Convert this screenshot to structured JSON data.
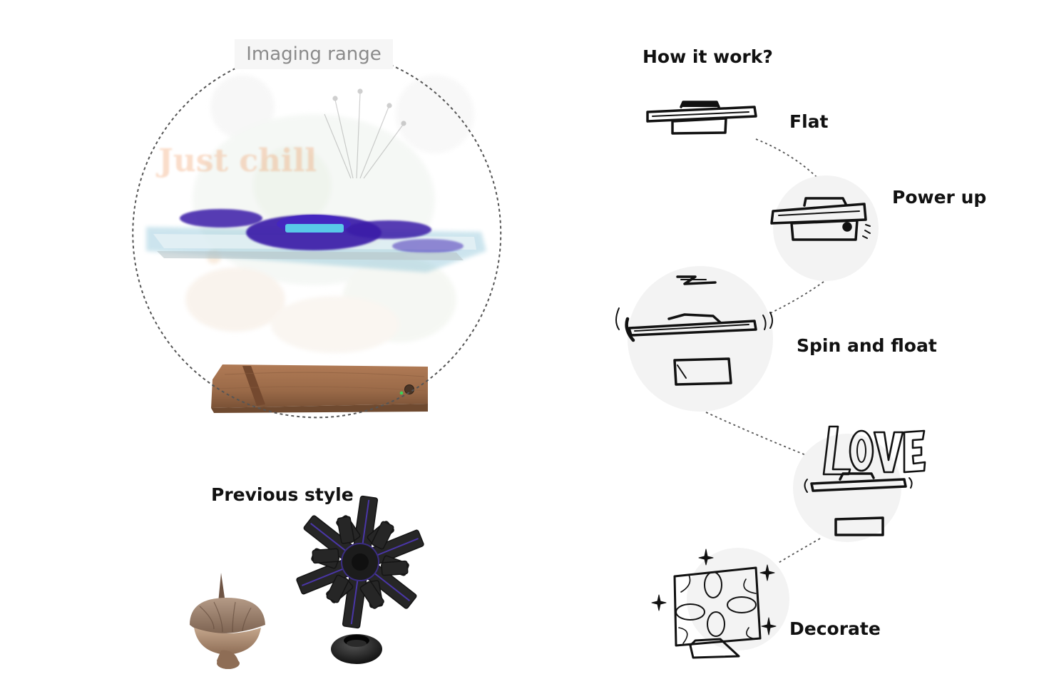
{
  "hologram": {
    "range_label": "Imaging range",
    "projected_text": "Just chill"
  },
  "how_it_works": {
    "title": "How it work?",
    "steps": [
      {
        "label": "Flat",
        "icon": "flat-top-sketch-icon"
      },
      {
        "label": "Power up",
        "icon": "power-up-sketch-icon"
      },
      {
        "label": "Spin and float",
        "icon": "spin-float-sketch-icon"
      },
      {
        "label": "",
        "icon": "love-hologram-sketch-icon",
        "sketch_text": "LOVE"
      },
      {
        "label": "Decorate",
        "icon": "decorate-sketch-icon"
      }
    ]
  },
  "previous_style": {
    "title": "Previous style",
    "items": [
      {
        "icon": "acorn-top-icon"
      },
      {
        "icon": "snowflake-top-icon"
      },
      {
        "icon": "black-ring-base-icon"
      }
    ]
  },
  "colors": {
    "wood": "#9a6a48",
    "wood_dark": "#7a5236",
    "disc_blue": "#3b1fa8",
    "disc_highlight": "#59c8e8",
    "step_bubble": "#f3f3f3",
    "dash": "#555555"
  }
}
